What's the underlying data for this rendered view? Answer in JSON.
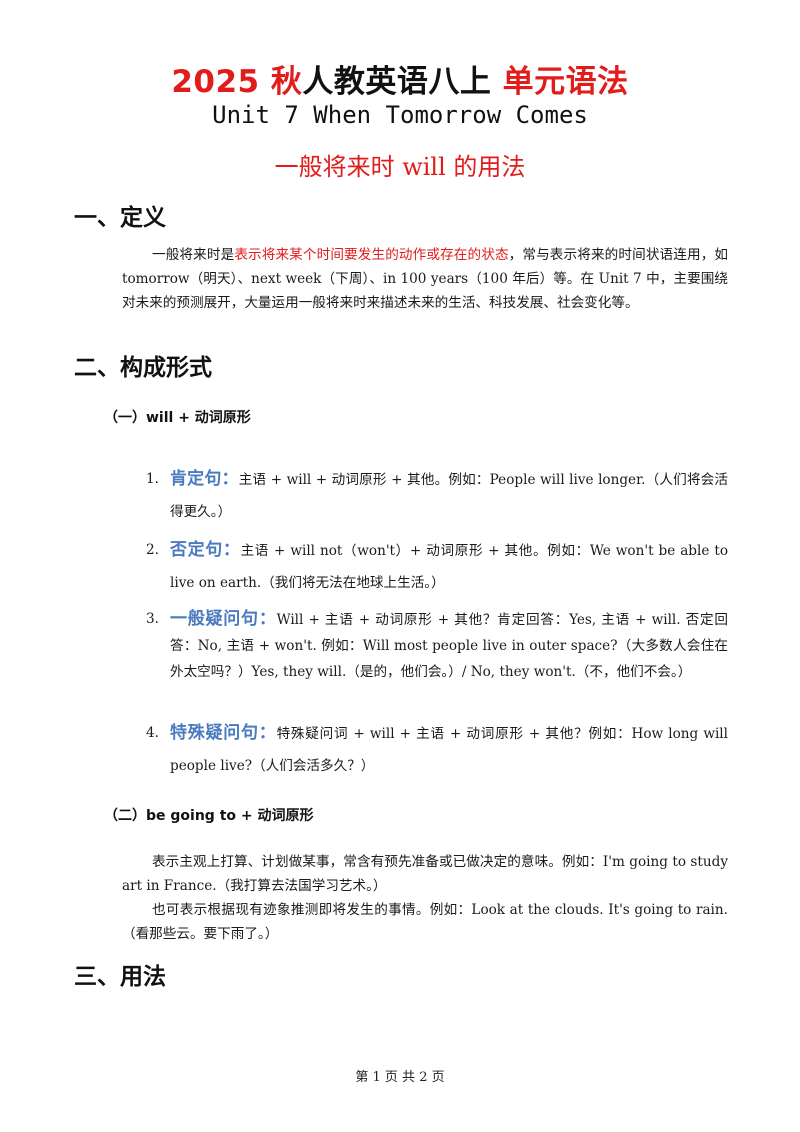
{
  "title": {
    "part1": "2025 秋",
    "part2": "人教英语八上",
    "part3": " 单元语法",
    "subtitle": "Unit 7 When Tomorrow Comes",
    "topic": "一般将来时 will 的用法"
  },
  "section1": {
    "heading": "一、定义",
    "text_a": "一般将来时是",
    "text_highlight": "表示将来某个时间要发生的动作或存在的状态",
    "text_b": "，常与表示将来的时间状语连用，如 tomorrow（明天）、next week（下周）、in 100 years（100 年后）等。在 Unit 7 中，主要围绕对未来的预测展开，大量运用一般将来时来描述未来的生活、科技发展、社会变化等。"
  },
  "section2": {
    "heading": "二、构成形式",
    "sub1": {
      "heading": "（一）will + 动词原形",
      "items": [
        {
          "num": "1.",
          "lead": "肯定句：",
          "text": "主语 + will + 动词原形 + 其他。例如：People will live longer.（人们将会活得更久。）"
        },
        {
          "num": "2.",
          "lead": "否定句：",
          "text": "主语 + will not（won't）+ 动词原形 + 其他。例如：We won't be able to live on earth.（我们将无法在地球上生活。）"
        },
        {
          "num": "3.",
          "lead": "一般疑问句：",
          "text": "Will + 主语 + 动词原形 + 其他？肯定回答：Yes, 主语 + will. 否定回答：No, 主语 + won't. 例如：Will most people live in outer space?（大多数人会住在外太空吗？）Yes, they will.（是的，他们会。）/ No, they won't.（不，他们不会。）"
        },
        {
          "num": "4.",
          "lead": "特殊疑问句：",
          "text": "特殊疑问词 + will + 主语 + 动词原形 + 其他？例如：How long will people live?（人们会活多久？）"
        }
      ]
    },
    "sub2": {
      "heading": "（二）be going to + 动词原形",
      "para1": "表示主观上打算、计划做某事，常含有预先准备或已做决定的意味。例如：I'm going to study art in France.（我打算去法国学习艺术。）",
      "para2": "也可表示根据现有迹象推测即将发生的事情。例如：Look at the clouds. It's going to rain.（看那些云。要下雨了。）"
    }
  },
  "section3": {
    "heading": "三、用法"
  },
  "footer": "第 1 页 共 2 页"
}
